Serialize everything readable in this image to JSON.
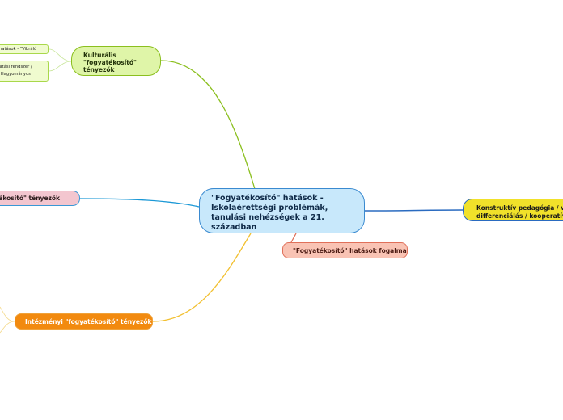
{
  "central": {
    "label": "\"Fogyatékosító\" hatások -\nIskolaérettségi problémák,\ntanulási nehézségek a 21.\nszázadban"
  },
  "branches": {
    "cultural": {
      "label": "Kulturális\n\"fogyatékosító\"\ntényezők"
    },
    "cultural_leaf_1": {
      "label": "hatások - \"Vibráló világ\""
    },
    "cultural_leaf_2": {
      "label": "ai oktatási rendszer /\nkulá / Hagyományos"
    },
    "left_pink": {
      "label": "\"fogyatékosító\" tényezők"
    },
    "institutional": {
      "label": "Intézményi \"fogyatékosító\" tényezők"
    },
    "concept": {
      "label": "\"Fogyatékosító\" hatások fogalma"
    },
    "constructive": {
      "label": "Konstruktív pedagógia / va\ndifferenciálás / kooperatív"
    }
  },
  "colors": {
    "cultural_link": "#8bbf1f",
    "left_link": "#1a98d6",
    "institutional_link": "#f2c030",
    "concept_link": "#e0705a",
    "constructive_link": "#2a6bc0"
  }
}
